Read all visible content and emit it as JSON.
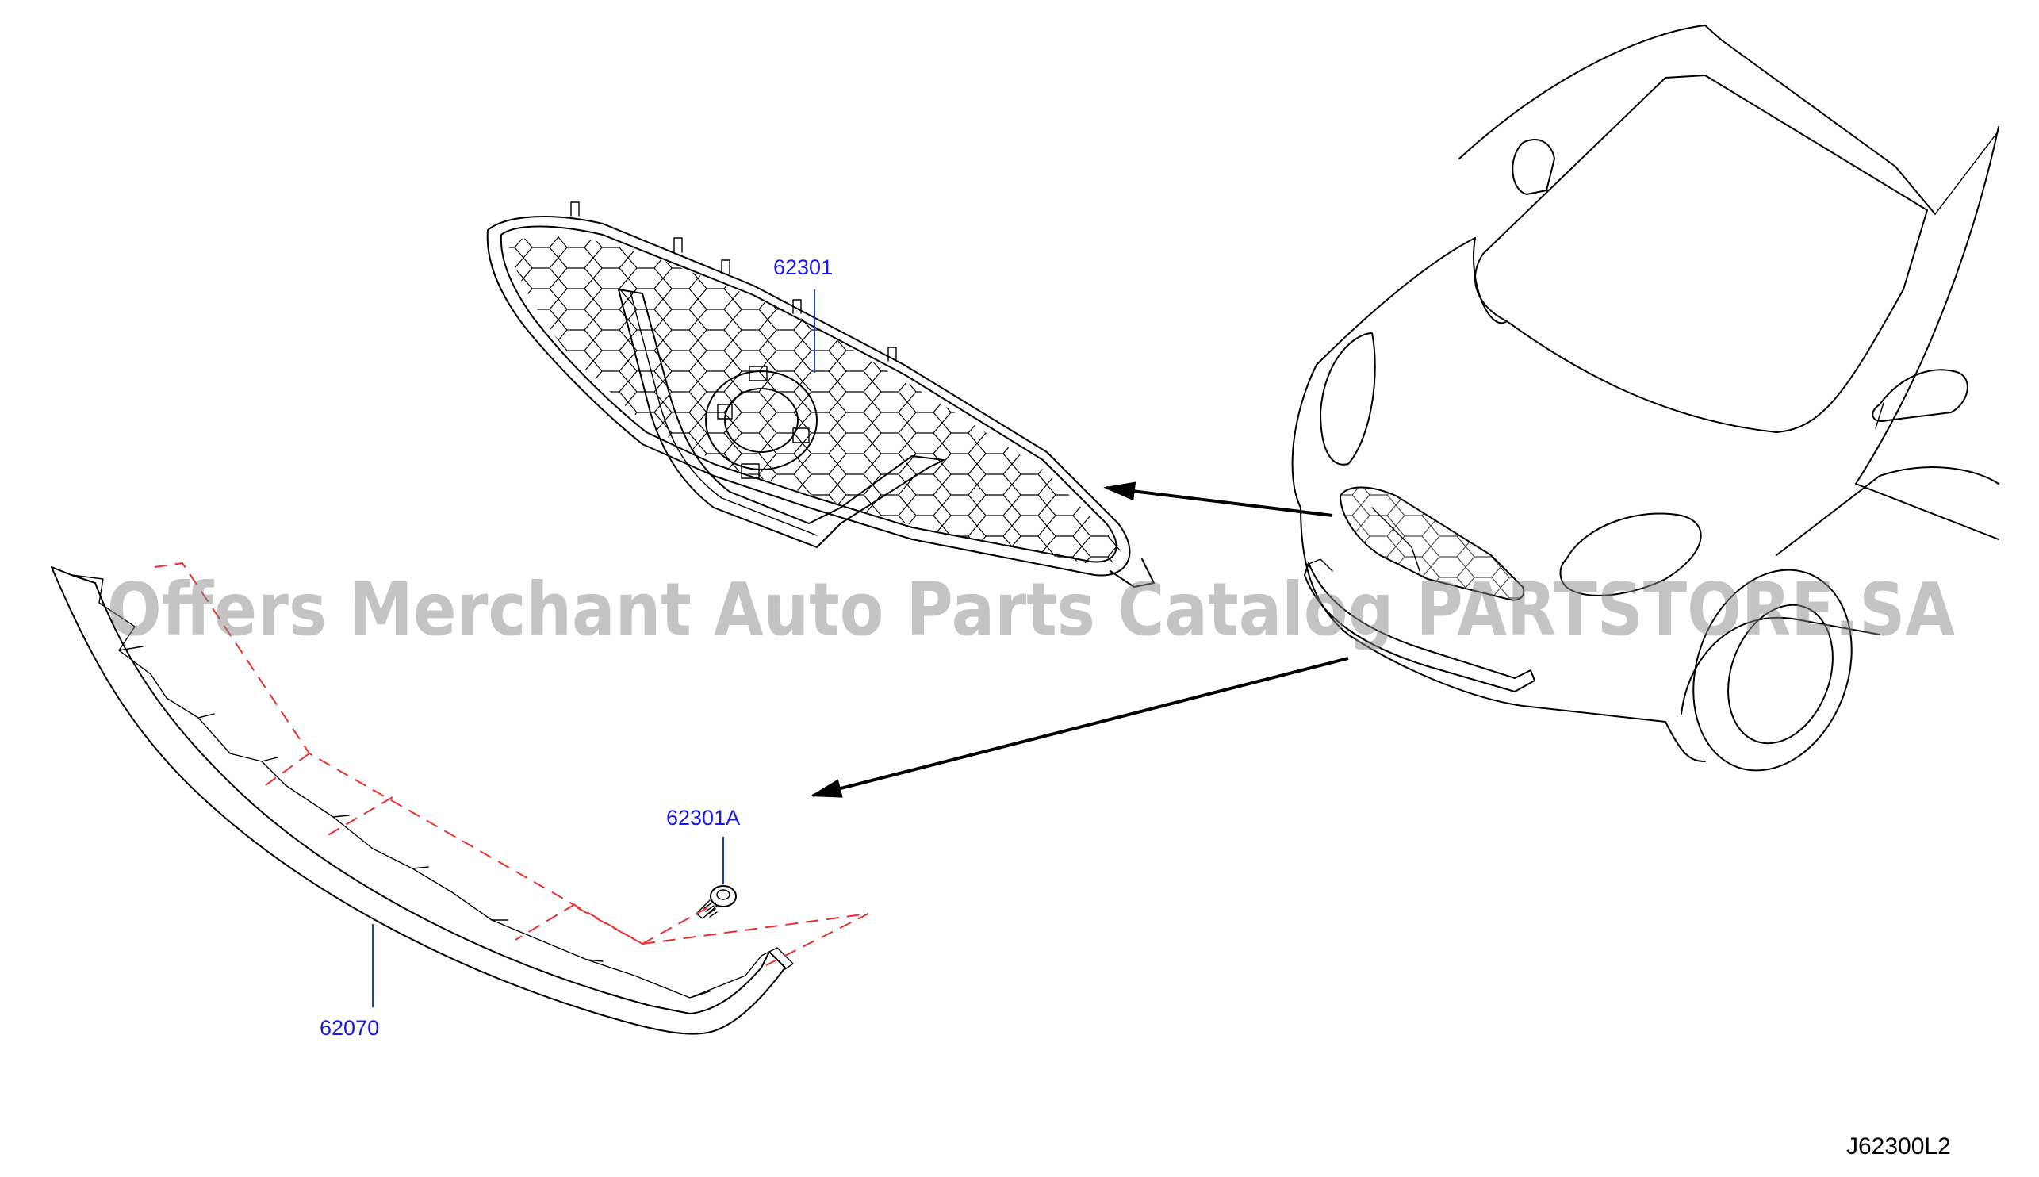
{
  "diagram": {
    "parts": [
      {
        "id": "grille",
        "number": "62301"
      },
      {
        "id": "clip",
        "number": "62301A"
      },
      {
        "id": "lower-molding",
        "number": "62070"
      }
    ],
    "figure_code": "J62300L2",
    "watermark": "Offers Merchant Auto Parts Catalog PARTSTORE.SA",
    "colors": {
      "line": "#000000",
      "part_label": "#1a1ae6",
      "leader": "#1a3fb8",
      "dashed_guide": "#e8322f",
      "watermark": "#8a8a8a"
    }
  }
}
